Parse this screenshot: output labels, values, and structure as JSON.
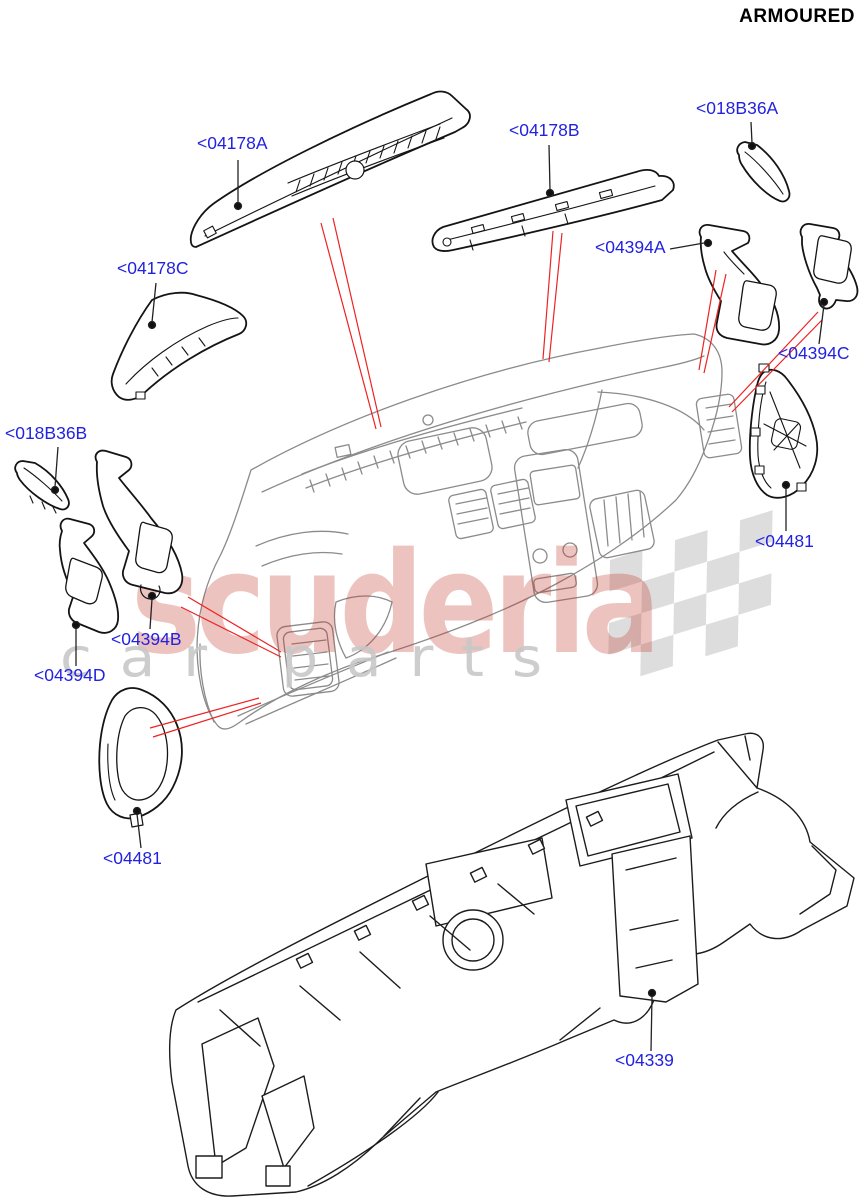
{
  "header": {
    "edition_label": "ARMOURED"
  },
  "watermark": {
    "brand": "scuderia",
    "tagline": "car parts"
  },
  "part_labels": [
    {
      "id": "04178A",
      "text": "<04178A"
    },
    {
      "id": "04178B",
      "text": "<04178B"
    },
    {
      "id": "018B36A",
      "text": "<018B36A"
    },
    {
      "id": "04178C",
      "text": "<04178C"
    },
    {
      "id": "04394A",
      "text": "<04394A"
    },
    {
      "id": "04394C",
      "text": "<04394C"
    },
    {
      "id": "018B36B",
      "text": "<018B36B"
    },
    {
      "id": "04481-right",
      "text": "<04481"
    },
    {
      "id": "04394B",
      "text": "<04394B"
    },
    {
      "id": "04394D",
      "text": "<04394D"
    },
    {
      "id": "04481-left",
      "text": "<04481"
    },
    {
      "id": "04339",
      "text": "<04339"
    }
  ],
  "colors": {
    "label_blue": "#2222e0",
    "leader_red": "#ee2222",
    "part_line_black": "#1c1c1c",
    "dash_line_gray": "#8b8b8b",
    "watermark_red": "#c0392b",
    "watermark_gray": "#c8c8c8",
    "flag_gray": "#dcdcdc",
    "background": "#ffffff"
  }
}
